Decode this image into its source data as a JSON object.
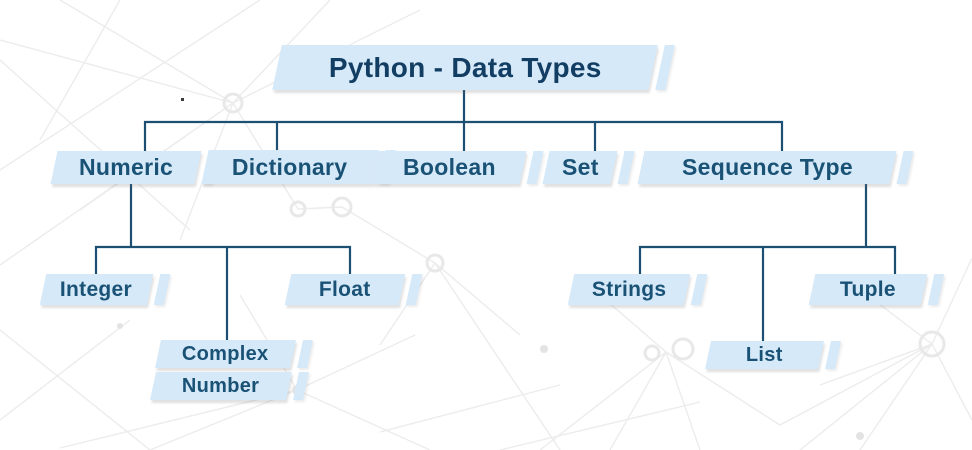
{
  "title": {
    "label": "Python - Data Types"
  },
  "nodes": {
    "numeric": {
      "label": "Numeric"
    },
    "dictionary": {
      "label": "Dictionary"
    },
    "boolean": {
      "label": "Boolean"
    },
    "set": {
      "label": "Set"
    },
    "sequence_type": {
      "label": "Sequence Type"
    },
    "integer": {
      "label": "Integer"
    },
    "complex_row1": {
      "label": "Complex"
    },
    "complex_row2": {
      "label": "Number"
    },
    "float": {
      "label": "Float"
    },
    "strings": {
      "label": "Strings"
    },
    "list": {
      "label": "List"
    },
    "tuple": {
      "label": "Tuple"
    }
  },
  "hierarchy": {
    "root": "Python - Data Types",
    "children": [
      {
        "label": "Numeric",
        "children": [
          "Integer",
          "Complex Number",
          "Float"
        ]
      },
      {
        "label": "Dictionary",
        "children": []
      },
      {
        "label": "Boolean",
        "children": []
      },
      {
        "label": "Set",
        "children": []
      },
      {
        "label": "Sequence Type",
        "children": [
          "Strings",
          "List",
          "Tuple"
        ]
      }
    ]
  },
  "colors": {
    "node_fill": "#d6e9f8",
    "node_text": "#1a5276",
    "title_text": "#133e63",
    "connector": "#1d4f73",
    "background": "#ffffff",
    "mesh_line": "#ececec"
  }
}
